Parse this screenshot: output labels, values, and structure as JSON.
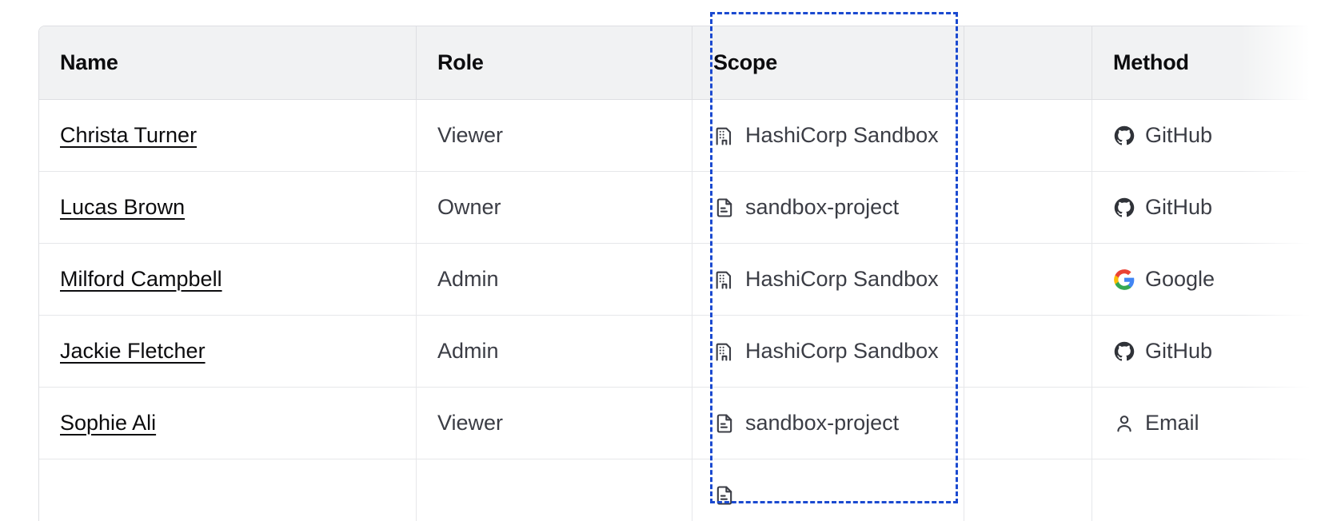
{
  "table": {
    "columns": [
      {
        "key": "name",
        "label": "Name"
      },
      {
        "key": "role",
        "label": "Role"
      },
      {
        "key": "scope",
        "label": "Scope"
      },
      {
        "key": "blank",
        "label": ""
      },
      {
        "key": "method",
        "label": "Method"
      }
    ],
    "rows": [
      {
        "name": "Christa Turner",
        "role": "Viewer",
        "scope": "HashiCorp Sandbox",
        "scope_icon": "organization-building-icon",
        "method": "GitHub",
        "method_icon": "github-icon"
      },
      {
        "name": "Lucas Brown",
        "role": "Owner",
        "scope": "sandbox-project",
        "scope_icon": "project-document-icon",
        "method": "GitHub",
        "method_icon": "github-icon"
      },
      {
        "name": "Milford Campbell",
        "role": "Admin",
        "scope": "HashiCorp Sandbox",
        "scope_icon": "organization-building-icon",
        "method": "Google",
        "method_icon": "google-icon"
      },
      {
        "name": "Jackie Fletcher",
        "role": "Admin",
        "scope": "HashiCorp Sandbox",
        "scope_icon": "organization-building-icon",
        "method": "GitHub",
        "method_icon": "github-icon"
      },
      {
        "name": "Sophie Ali",
        "role": "Viewer",
        "scope": "sandbox-project",
        "scope_icon": "project-document-icon",
        "method": "Email",
        "method_icon": "user-person-icon"
      },
      {
        "name": "",
        "role": "",
        "scope": "",
        "scope_icon": "project-document-icon",
        "method": "",
        "method_icon": ""
      }
    ]
  },
  "selection": {
    "target_column": "Scope",
    "border_color": "#1b4ad0",
    "style": "dashed"
  },
  "colors": {
    "header_background": "#f1f2f3",
    "header_text": "#0c0c0e",
    "body_text": "#3b3d45",
    "link_text": "#0c0c0e",
    "border": "#dedfe3",
    "row_border": "#e6e7ea",
    "icon": "#3b3d45",
    "google_red": "#ea4335",
    "google_yellow": "#fbbc05",
    "google_green": "#34a853",
    "google_blue": "#4285f4"
  }
}
